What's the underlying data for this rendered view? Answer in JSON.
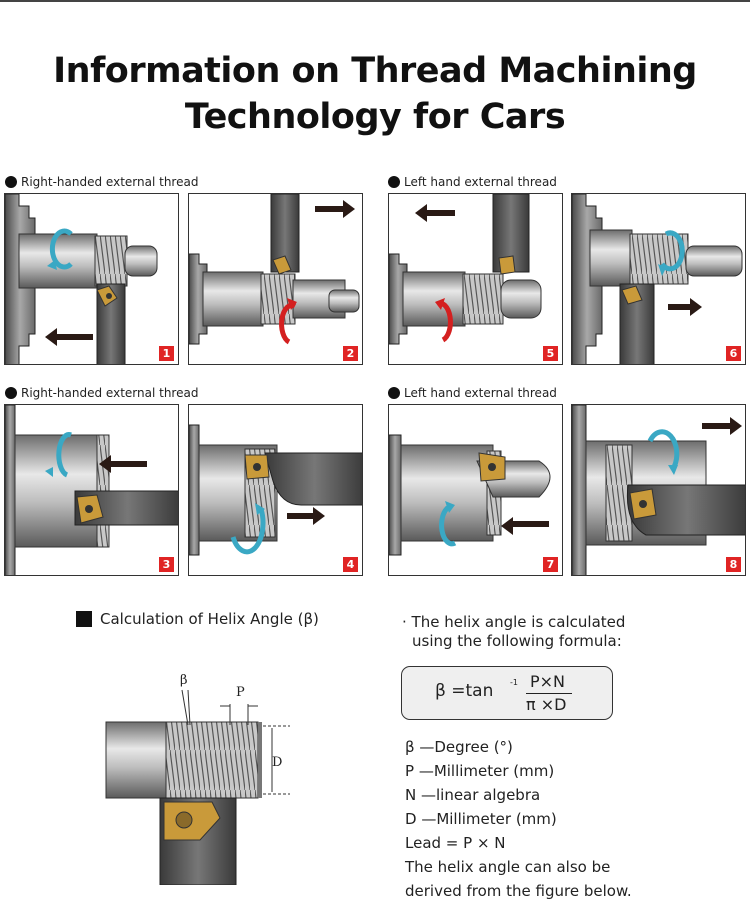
{
  "title_line1": "Information on Thread Machining",
  "title_line2": "Technology for Cars",
  "captions": {
    "rh_top": "Right-handed external thread",
    "lh_top": "Left hand external thread",
    "rh_bottom": "Right-handed external thread",
    "lh_bottom": "Left hand external thread"
  },
  "panel_numbers": [
    "1",
    "2",
    "3",
    "4",
    "5",
    "6",
    "7",
    "8"
  ],
  "calc": {
    "heading": "Calculation of Helix Angle (β)",
    "note_line1": "· The helix angle is calculated",
    "note_line2": "using the following formula:",
    "formula_lhs": "β =tan",
    "formula_sup": "-1",
    "formula_numerator": "P×N",
    "formula_denominator": "π ×D",
    "label_beta": "β",
    "label_p": "P",
    "label_d": "D",
    "definitions": [
      "β —Degree (°)",
      "P —Millimeter (mm)",
      "N —linear algebra",
      "D —Millimeter (mm)",
      "Lead = P × N",
      "The helix angle can also be",
      "derived from the figure below."
    ]
  },
  "colors": {
    "accent_red": "#e02424",
    "arrow_teal": "#3aa8c4",
    "arrow_red": "#d42020",
    "insert_gold": "#c99a3a"
  }
}
